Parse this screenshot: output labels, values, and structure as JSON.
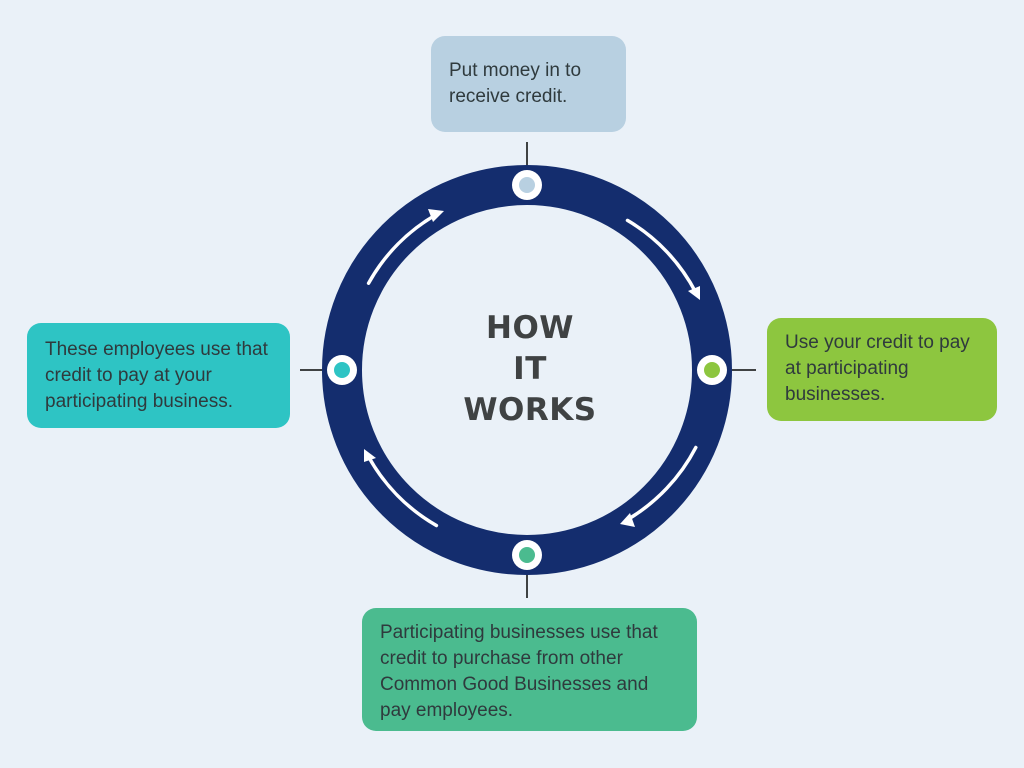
{
  "diagram": {
    "center_title_lines": [
      "HOW",
      "IT",
      "WORKS"
    ],
    "steps": [
      {
        "text": "Put money in to receive credit.",
        "color": "#b8d0e1",
        "dot_color": "#b8d0e1"
      },
      {
        "text": "Use your credit to pay at participating businesses.",
        "color": "#8dc63f",
        "dot_color": "#8dc63f"
      },
      {
        "text": "Participating businesses use that credit to purchase from other Common Good Businesses and pay employees.",
        "color": "#4bbb8f",
        "dot_color": "#4bbb8f"
      },
      {
        "text": "These employees use that credit to pay at your participating business.",
        "color": "#2ec4c4",
        "dot_color": "#2ec4c4"
      }
    ],
    "ring_color": "#142d6e",
    "background_color": "#eaf1f8"
  }
}
